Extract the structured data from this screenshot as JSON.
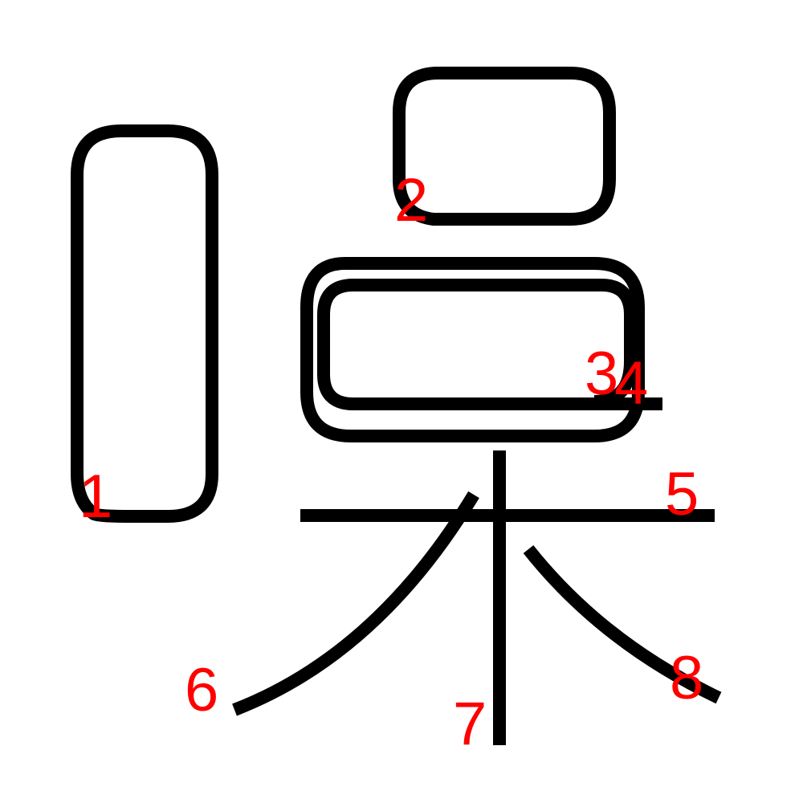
{
  "colors": {
    "background": "#ffffff",
    "stroke": "#000000",
    "label": "#ff0000"
  },
  "strokes": [
    {
      "label": "1"
    },
    {
      "label": "2"
    },
    {
      "label": "3"
    },
    {
      "label": "4"
    },
    {
      "label": "5"
    },
    {
      "label": "6"
    },
    {
      "label": "7"
    },
    {
      "label": "8"
    }
  ]
}
